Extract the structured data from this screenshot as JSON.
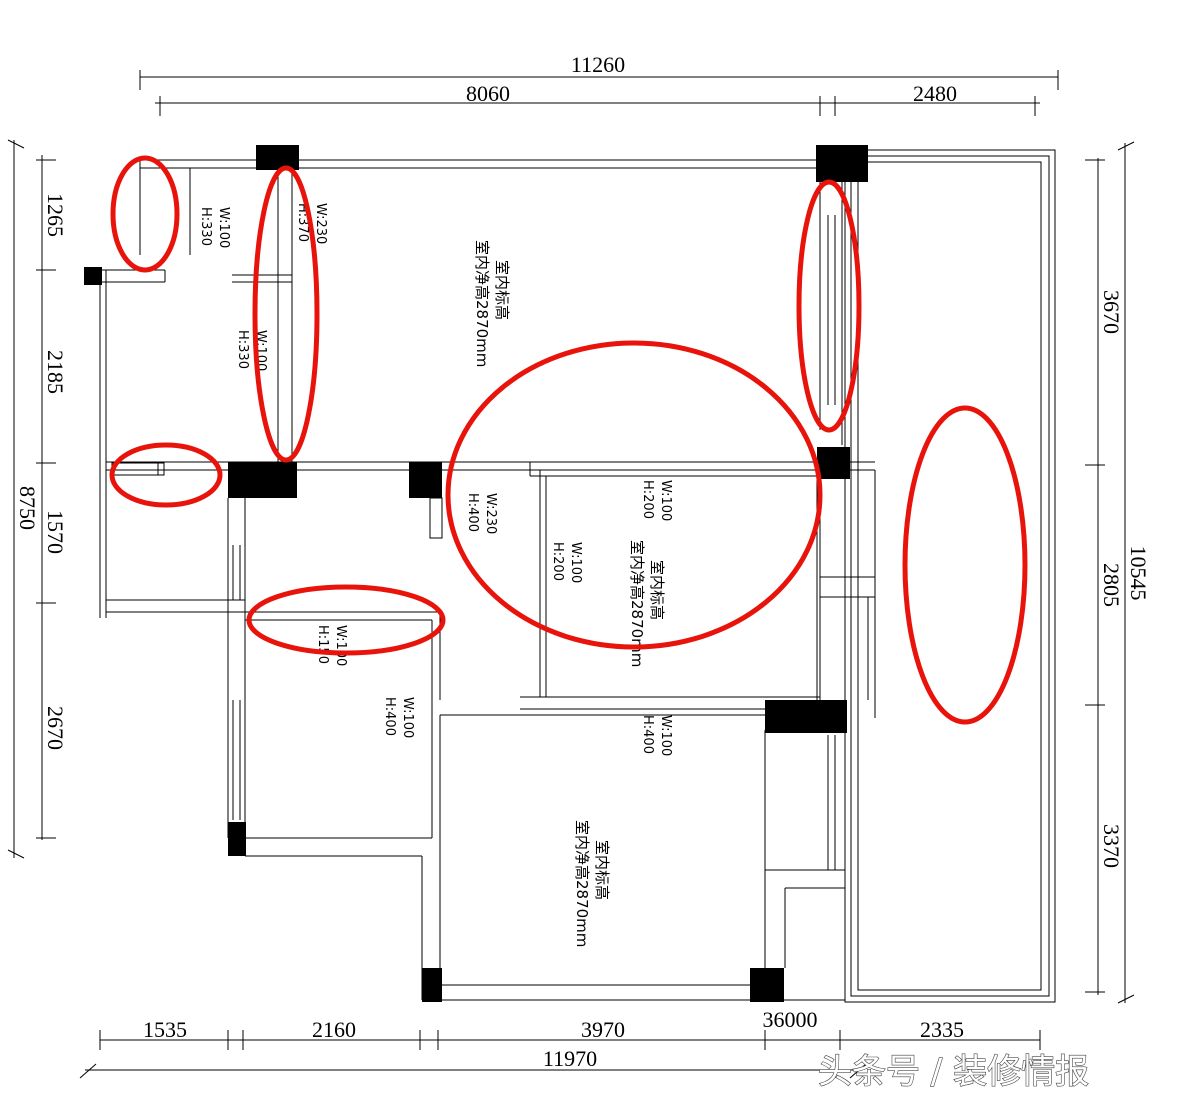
{
  "dimensions": {
    "top_total": "11260",
    "top_left": "8060",
    "top_right": "2480",
    "left_1": "1265",
    "left_2": "2185",
    "left_3": "1570",
    "left_4": "2670",
    "left_total": "8750",
    "right_1": "3670",
    "right_2": "2805",
    "right_3": "3370",
    "right_total": "10545",
    "bottom_1": "1535",
    "bottom_2": "2160",
    "bottom_3": "3970",
    "bottom_4": "36000",
    "bottom_5": "2335",
    "bottom_total": "11970"
  },
  "openings": [
    {
      "w": "W:100",
      "h": "H:330"
    },
    {
      "w": "W:230",
      "h": "H:370"
    },
    {
      "w": "W:100",
      "h": "H:330"
    },
    {
      "w": "W:230",
      "h": "H:400"
    },
    {
      "w": "W:100",
      "h": "H:200"
    },
    {
      "w": "W:100",
      "h": "H:200"
    },
    {
      "w": "W:100",
      "h": "H:150"
    },
    {
      "w": "W:100",
      "h": "H:400"
    },
    {
      "w": "W:100",
      "h": "H:400"
    }
  ],
  "rooms": [
    {
      "line1": "室内标高",
      "line2": "室内净高2870mm"
    },
    {
      "line1": "室内标高",
      "line2": "室内净高2870mm"
    },
    {
      "line1": "室内标高",
      "line2": "室内净高2870mm"
    }
  ],
  "watermark": "头条号 / 装修情报",
  "colors": {
    "highlight": "#e8140c",
    "line": "#000000"
  }
}
